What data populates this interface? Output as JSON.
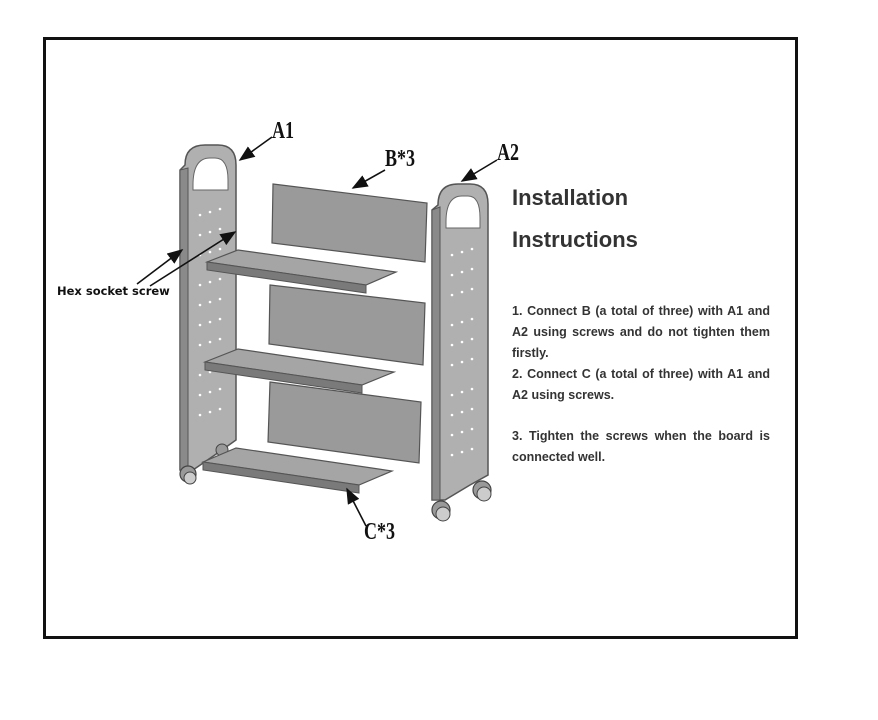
{
  "labels": {
    "a1": "A1",
    "a2": "A2",
    "b": "B*3",
    "c": "C*3",
    "hex_screw": "Hex socket screw"
  },
  "instructions": {
    "title_line1": "Installation",
    "title_line2": "Instructions",
    "steps": [
      "1. Connect B (a total of three) with A1 and A2 using screws and do not tighten them firstly.",
      "2. Connect C (a total of three) with A1 and A2 using screws.",
      "3. Tighten the screws when the board is connected well."
    ]
  },
  "colors": {
    "panel_fill": "#9a9a9a",
    "panel_edge": "#555555",
    "frame_fill": "#a8a8a8",
    "text": "#333333"
  }
}
